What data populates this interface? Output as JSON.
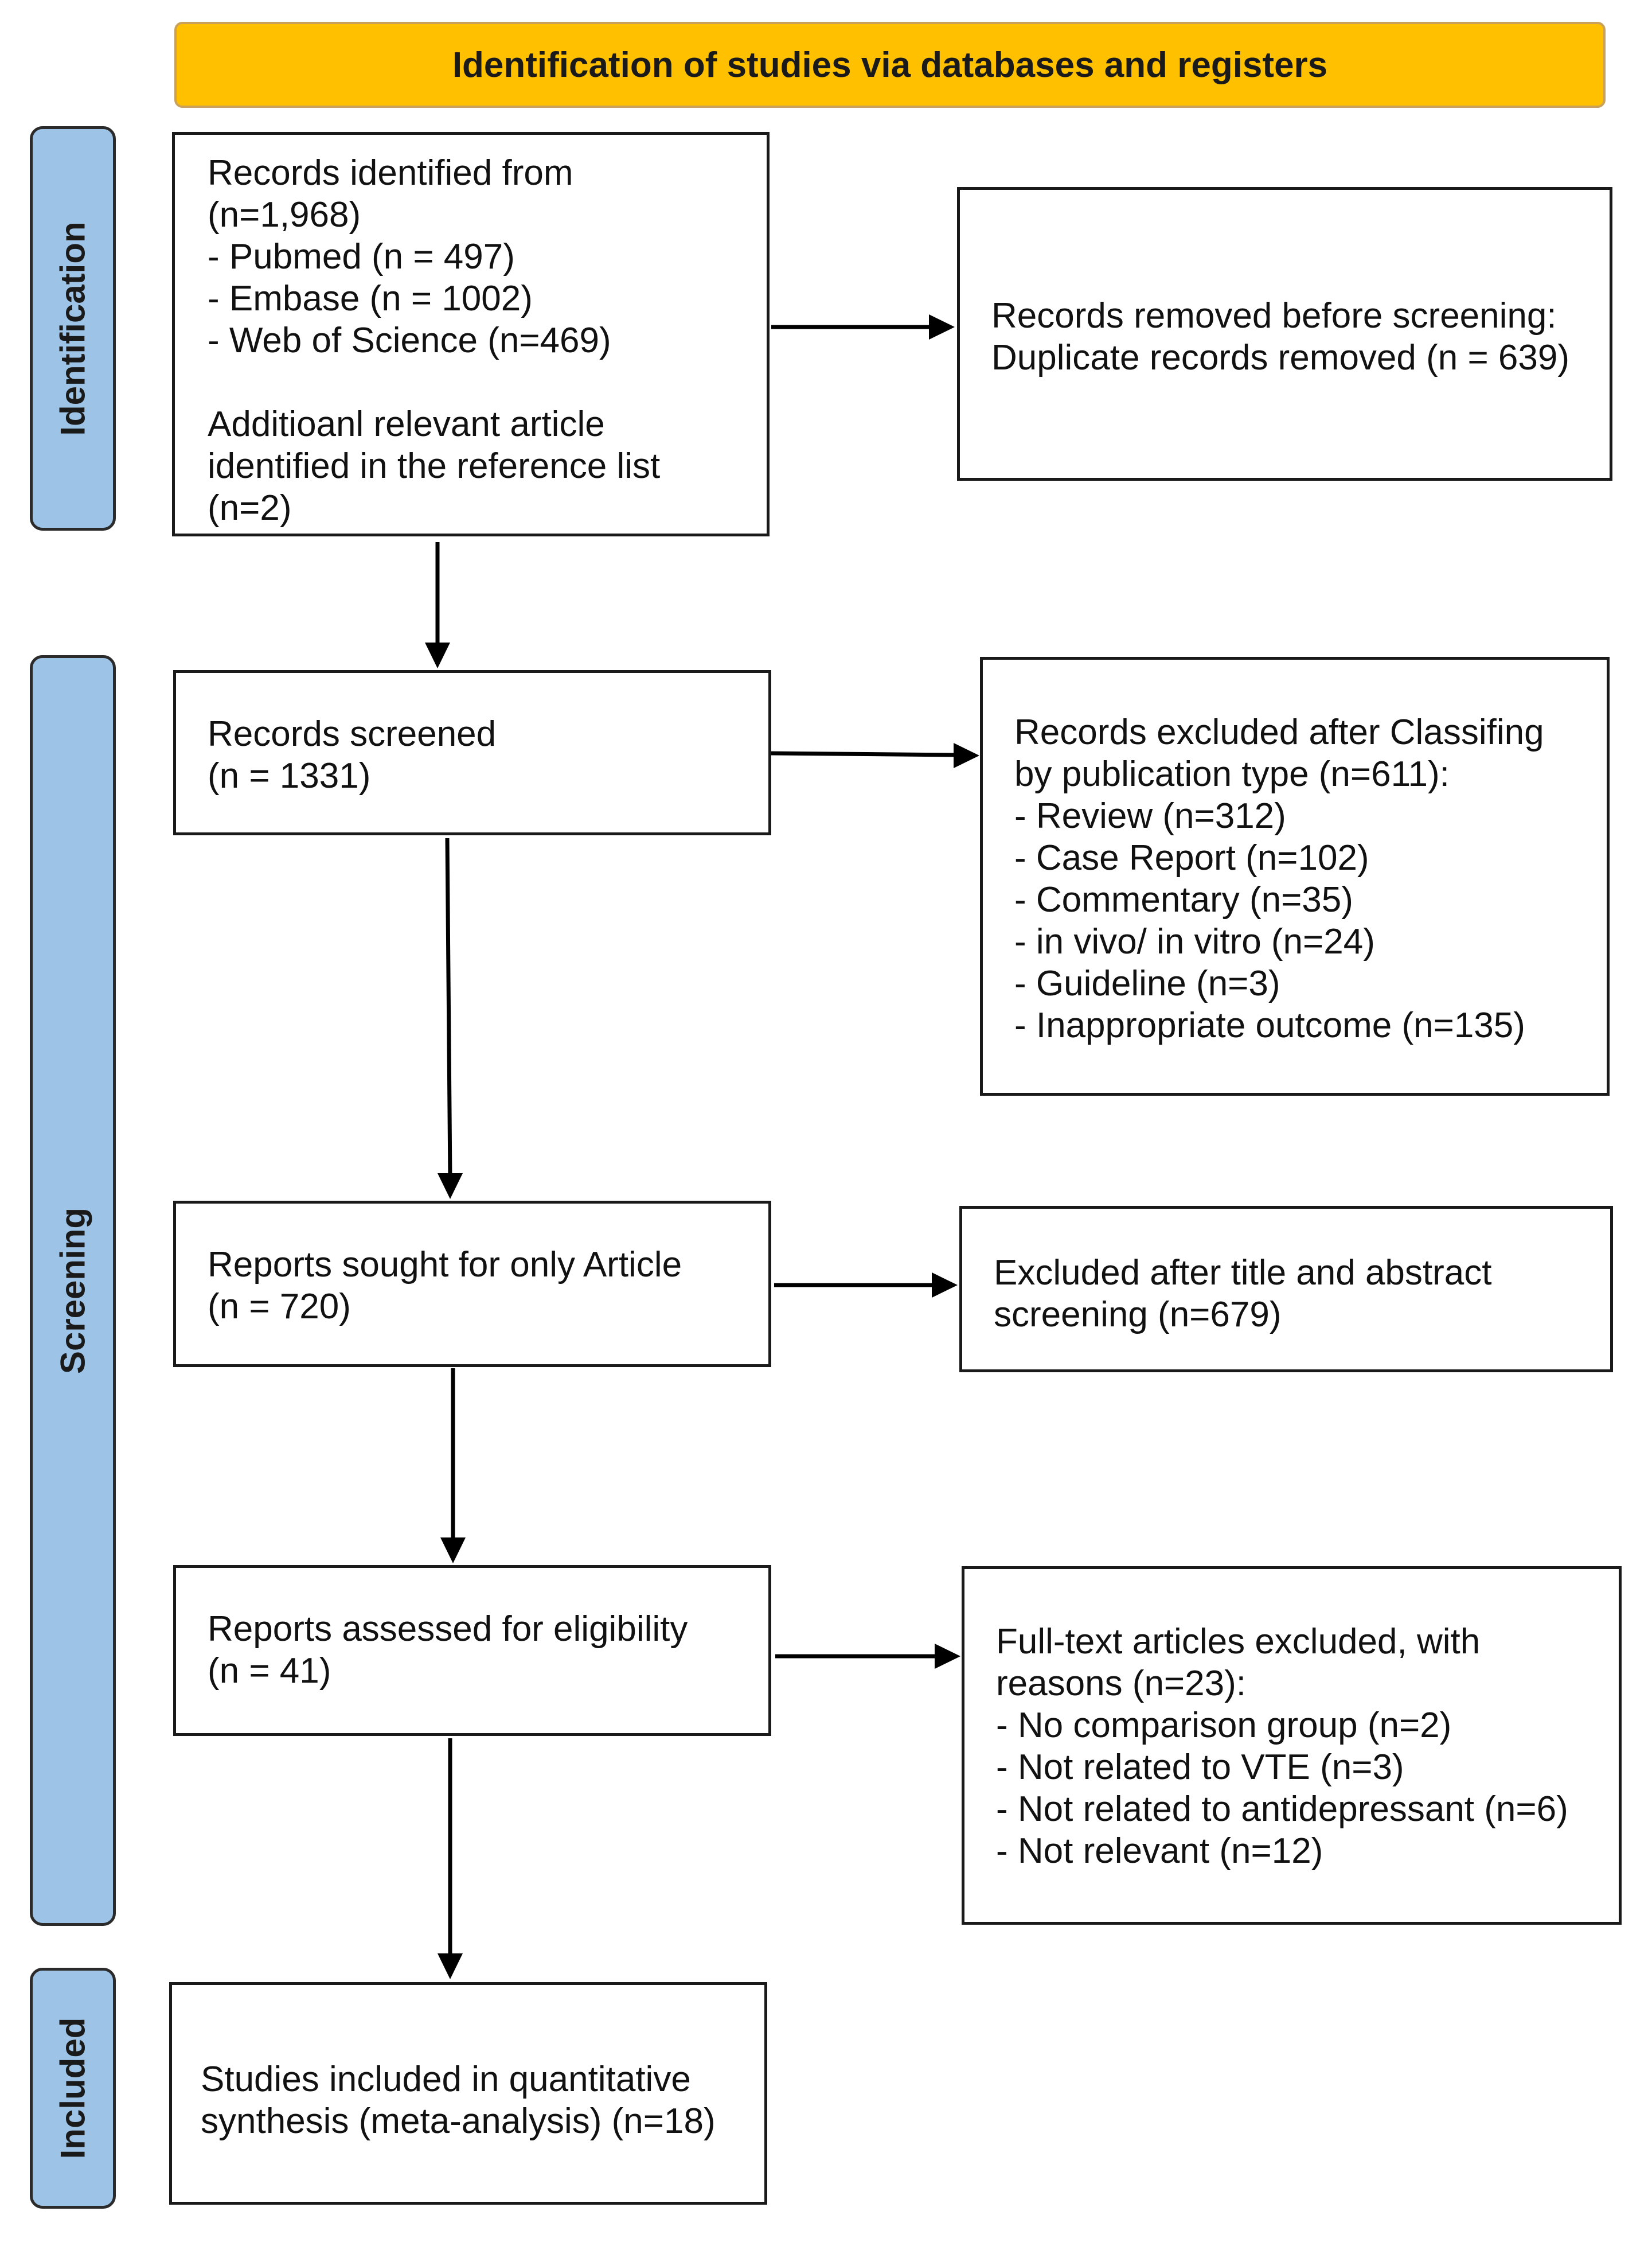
{
  "header": {
    "title": "Identification of studies via databases and registers"
  },
  "stages": {
    "identification": "Identification",
    "screening": "Screening",
    "included": "Included"
  },
  "boxes": {
    "records_identified": {
      "lines": [
        "Records identified from",
        "(n=1,968)",
        "- Pubmed (n = 497)",
        "- Embase (n = 1002)",
        "- Web of Science (n=469)"
      ],
      "extra_lines": [
        "Additioanl relevant article",
        "identified in the reference list",
        "(n=2)"
      ]
    },
    "records_removed": {
      "lines": [
        "Records removed before screening:",
        "Duplicate records removed (n = 639)"
      ]
    },
    "records_screened": {
      "lines": [
        "Records screened",
        "(n = 1331)"
      ]
    },
    "records_excluded": {
      "lines": [
        "Records excluded after Classifing",
        "by publication type (n=611):",
        "- Review (n=312)",
        "- Case Report (n=102)",
        "- Commentary (n=35)",
        "- in vivo/ in vitro (n=24)",
        "- Guideline (n=3)",
        "- Inappropriate outcome (n=135)"
      ]
    },
    "reports_sought": {
      "lines": [
        "Reports sought for only Article",
        "(n = 720)"
      ]
    },
    "excluded_title_abstract": {
      "lines": [
        "Excluded after title and abstract",
        "screening (n=679)"
      ]
    },
    "reports_assessed": {
      "lines": [
        "Reports assessed for eligibility",
        "(n = 41)"
      ]
    },
    "fulltext_excluded": {
      "lines": [
        "Full-text articles excluded, with",
        "reasons (n=23):",
        "- No comparison group (n=2)",
        "- Not related to VTE (n=3)",
        "- Not related to antidepressant (n=6)",
        "- Not relevant (n=12)"
      ]
    },
    "studies_included": {
      "lines": [
        "Studies included in quantitative",
        "synthesis (meta-analysis) (n=18)"
      ]
    }
  },
  "colors": {
    "header_fill": "#FFC000",
    "stage_fill": "#9DC3E6",
    "box_border": "#1a1a1a"
  }
}
